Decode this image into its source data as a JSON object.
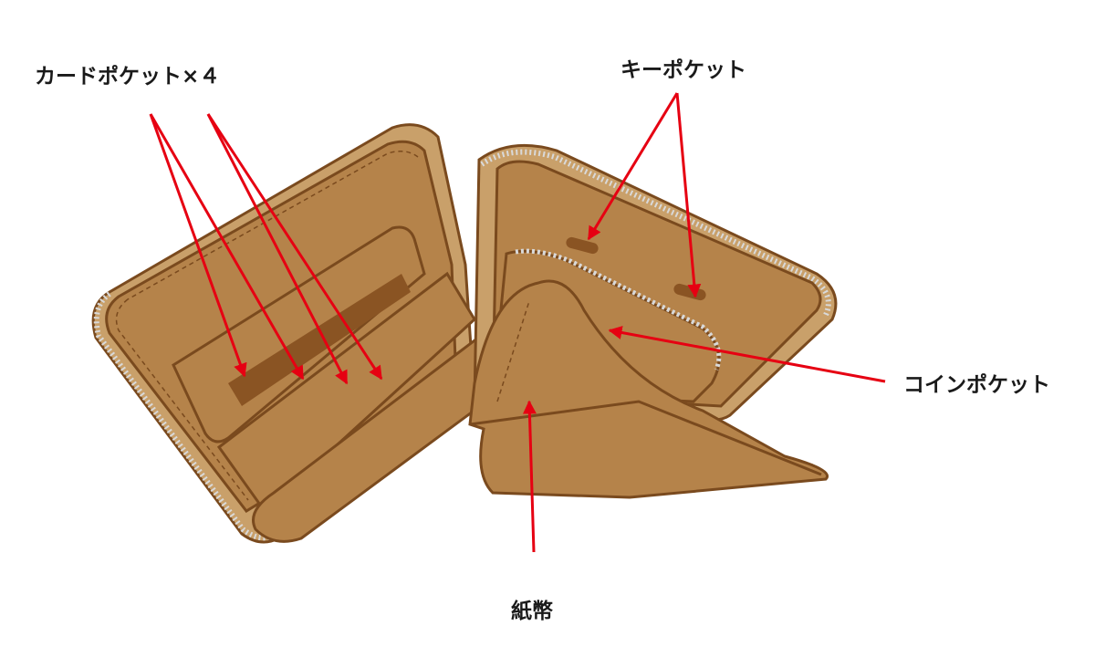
{
  "labels": {
    "card_pockets": "カードポケット×４",
    "key_pocket": "キーポケット",
    "coin_pocket": "コインポケット",
    "bills": "紙幣"
  },
  "colors": {
    "leather": "#b5834a",
    "leather_light": "#c9a06a",
    "outline": "#7a4a1e",
    "slot": "#8a5423",
    "zipper_teeth": "#d9d9d9",
    "arrow": "#e60012"
  }
}
